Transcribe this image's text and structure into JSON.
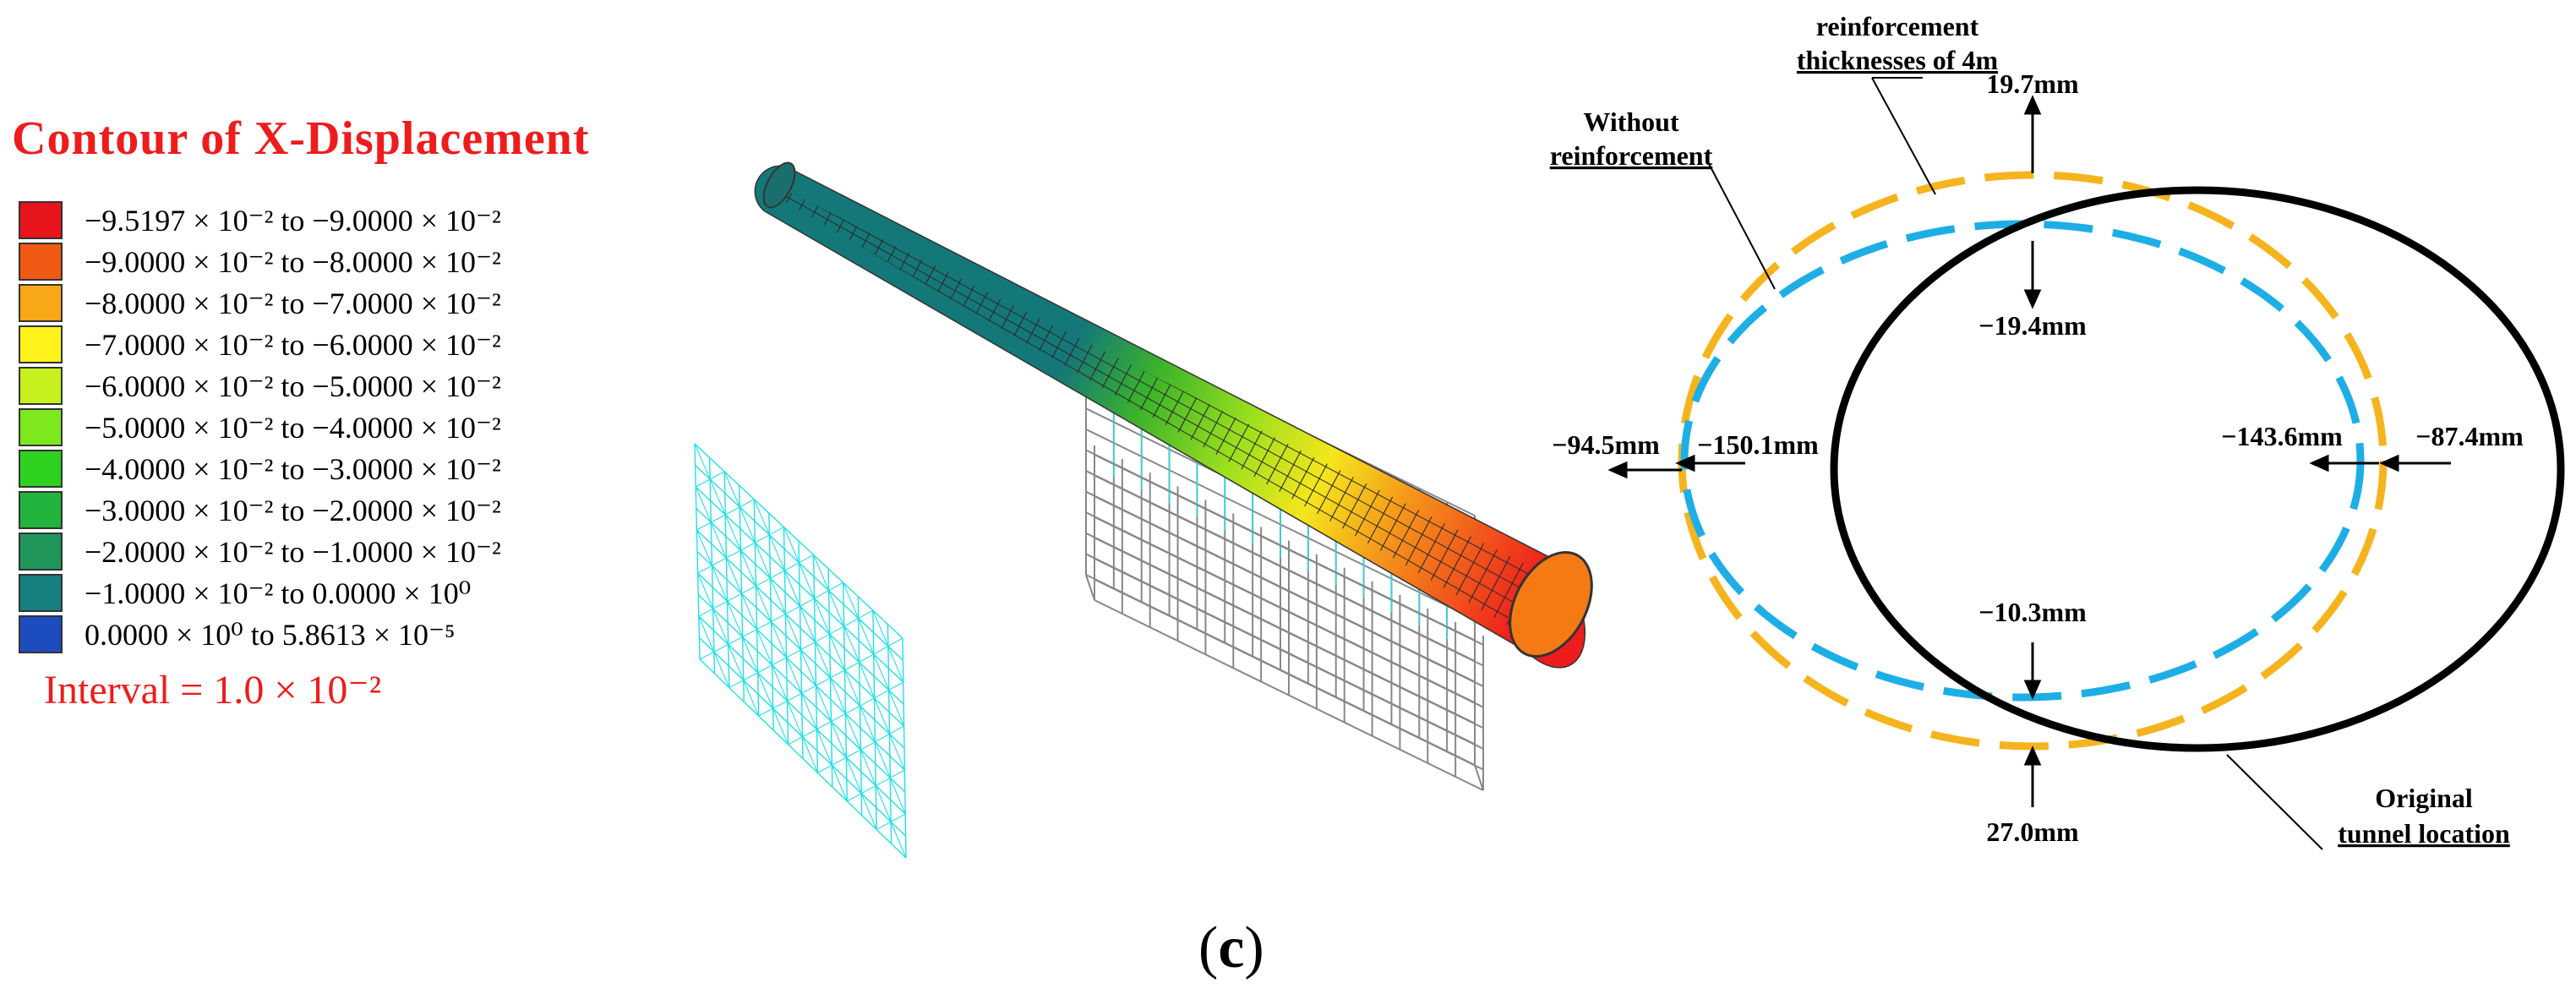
{
  "legend": {
    "title": "Contour  of  X-Displacement",
    "entries": [
      {
        "label": "−9.5197 × 10⁻² to −9.0000 × 10⁻²",
        "color": "#e8141c"
      },
      {
        "label": "−9.0000 × 10⁻² to −8.0000 × 10⁻²",
        "color": "#f05a14"
      },
      {
        "label": "−8.0000 × 10⁻² to −7.0000 × 10⁻²",
        "color": "#f7a816"
      },
      {
        "label": "−7.0000 × 10⁻² to −6.0000 × 10⁻²",
        "color": "#fff21a"
      },
      {
        "label": "−6.0000 × 10⁻² to −5.0000 × 10⁻²",
        "color": "#c6f01e"
      },
      {
        "label": "−5.0000 × 10⁻² to −4.0000 × 10⁻²",
        "color": "#7ee81e"
      },
      {
        "label": "−4.0000 × 10⁻² to −3.0000 × 10⁻²",
        "color": "#2ed21e"
      },
      {
        "label": "−3.0000 × 10⁻² to −2.0000 × 10⁻²",
        "color": "#22b43c"
      },
      {
        "label": "−2.0000 × 10⁻² to −1.0000 × 10⁻²",
        "color": "#20965a"
      },
      {
        "label": "−1.0000 × 10⁻² to 0.0000 × 10⁰",
        "color": "#168080"
      },
      {
        "label": "0.0000 × 10⁰ to 5.8613 × 10⁻⁵",
        "color": "#1c4cbe"
      }
    ],
    "interval": "Interval = 1.0 × 10⁻²"
  },
  "model": {
    "tunnel_color_start": "#147878",
    "tunnel_color_end": "#ee1c1c",
    "mesh_color": "#22e0e8",
    "frame_color": "#888888"
  },
  "diagram": {
    "labels": {
      "reinforcement_line1": "reinforcement",
      "reinforcement_line2": "thicknesses of 4m",
      "without_line1": "Without",
      "without_line2": "reinforcement",
      "original_line1": "Original",
      "original_line2": "tunnel location",
      "top_outer": "19.7mm",
      "top_inner": "−19.4mm",
      "left_outer": "−94.5mm",
      "left_inner": "−150.1mm",
      "right_inner": "−143.6mm",
      "right_outer": "−87.4mm",
      "bottom_inner": "−10.3mm",
      "bottom_outer": "27.0mm"
    },
    "colors": {
      "reinforced": "#f5b41e",
      "unreinforced": "#1eaee6",
      "original": "#000000"
    }
  },
  "caption": {
    "open": "(",
    "letter": "c",
    "close": ")"
  }
}
